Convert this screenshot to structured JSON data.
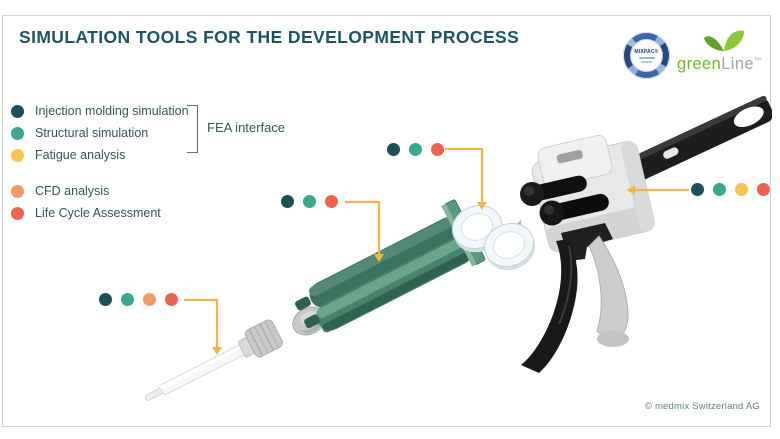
{
  "slide": {
    "title": "SIMULATION TOOLS FOR THE DEVELOPMENT PROCESS",
    "copyright": "© medmix Switzerland AG"
  },
  "logos": {
    "mixpac": {
      "name": "MIXPAC®"
    },
    "greenline": {
      "green": "green",
      "line": "Line",
      "tm": "™"
    }
  },
  "colors": {
    "injection": "#1d4f58",
    "structural": "#3aa88f",
    "fatigue": "#f6c44f",
    "cfd": "#f29b6a",
    "lca": "#ee6350",
    "connector": "#f2b44c",
    "title_text": "#1e5362",
    "legend_text": "#33555e"
  },
  "legend": {
    "items": [
      {
        "label": "Injection molding simulation",
        "color": "#1d4f58"
      },
      {
        "label": "Structural simulation",
        "color": "#3aa88f"
      },
      {
        "label": "Fatigue analysis",
        "color": "#f6c44f"
      },
      {
        "label": "CFD analysis",
        "color": "#f29b6a"
      },
      {
        "label": "Life Cycle Assessment",
        "color": "#ee6350"
      }
    ],
    "bracket_label": "FEA interface"
  },
  "clusters": [
    {
      "target": "piston-caps",
      "dots": [
        "#1d4f58",
        "#3aa88f",
        "#ee6350"
      ]
    },
    {
      "target": "cartridge",
      "dots": [
        "#1d4f58",
        "#3aa88f",
        "#ee6350"
      ]
    },
    {
      "target": "static-mixer",
      "dots": [
        "#1d4f58",
        "#3aa88f",
        "#f29b6a",
        "#ee6350"
      ]
    },
    {
      "target": "dispenser-gun",
      "dots": [
        "#1d4f58",
        "#3aa88f",
        "#f6c44f",
        "#ee6350"
      ]
    }
  ]
}
